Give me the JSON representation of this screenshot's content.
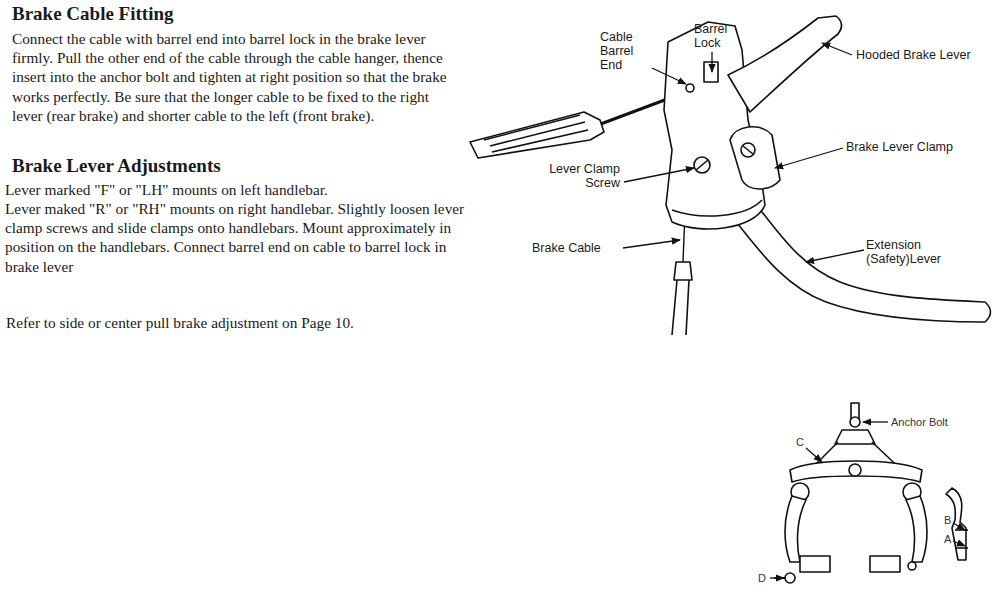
{
  "diagram": {
    "labels": [
      "Brake Cable Fitting",
      "Connect the cable with barrel end into barrel lock in the brake lever firmly. Pull the other end of the cable through the cable hanger, thence insert into the anchor bolt and tighten at right position so that the brake works perfectly. Be sure that the longer cable to be fixed to the right lever (rear brake) and shorter cable to the left (front brake).",
      "Brake Lever Adjustments",
      "Lever marked \"F\" or \"LH\" mounts on left handlebar.",
      "Lever maked \"R\" or \"RH\" mounts on right handlebar. Slightly loosen lever clamp screws and slide clamps onto handlebars. Mount approximately in position on the handlebars. Connect barrel end on cable to barrel lock in brake lever",
      "Refer to side or center pull brake adjustment on Page 10.",
      "Cable Barrel End",
      "Barrel Lock",
      "Hooded Brake Lever",
      "Brake Lever Clamp",
      "Lever Clamp Screw",
      "Brake Cable",
      "Extension (Safety)Lever",
      "Anchor Bolt",
      "C",
      "B",
      "A",
      "D"
    ]
  }
}
